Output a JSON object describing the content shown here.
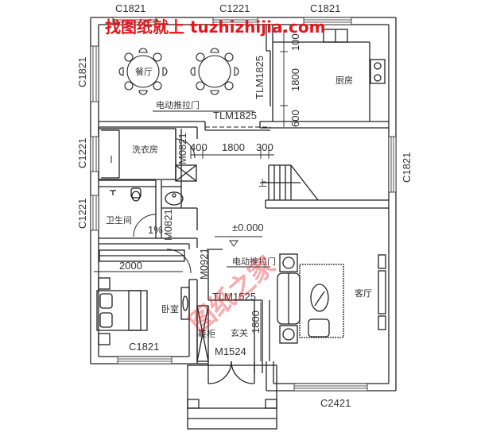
{
  "watermark": {
    "top": "找图纸就上 tuzhizhijia.com",
    "center": "图纸之家",
    "color": "#e8141b"
  },
  "windows": {
    "top_left": "C1821",
    "top_mid": "C1221",
    "top_right": "C1821",
    "left_dining": "C1821",
    "left_laundry": "C1221",
    "left_bath": "C1221",
    "right_stair": "C1821",
    "bedroom_bottom": "C1821",
    "living_bottom": "C2421"
  },
  "doors": {
    "dining_sliding": "TLM1825",
    "dining_sliding_vertical": "TLM1825",
    "dining_sliding_note": "电动推拉门",
    "laundry": "M0821",
    "bath": "M0821",
    "bedroom": "M0921",
    "entry_sliding": "TLM1525",
    "entry_sliding_note": "电动推拉门",
    "main_entry": "M1524"
  },
  "rooms": {
    "dining": "餐厅",
    "kitchen": "厨房",
    "laundry": "洗衣房",
    "bathroom": "卫生间",
    "bedroom": "卧室",
    "foyer": "玄关",
    "shoe_cabinet": "鞋柜",
    "living": "客厅"
  },
  "dimensions": {
    "kitchen_top": "100",
    "kitchen_mid": "1800",
    "kitchen_bottom": "600",
    "corridor_a": "400",
    "corridor_b": "1800",
    "corridor_c": "300",
    "wardrobe_width": "2000",
    "foyer_depth": "1800",
    "bath_slope": "1%",
    "elevation": "±0.000",
    "stair_up": "上"
  }
}
